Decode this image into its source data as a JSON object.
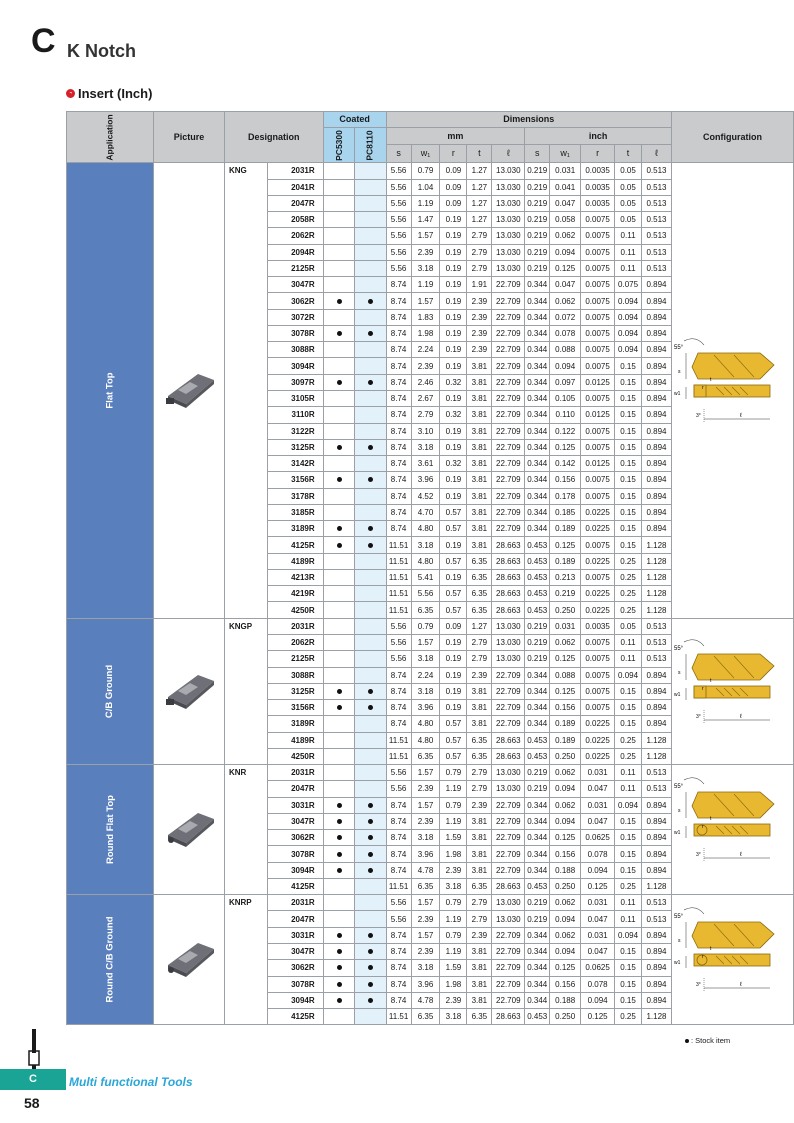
{
  "header": {
    "letter": "C",
    "title": "K Notch"
  },
  "subtitle": "Insert (Inch)",
  "columns": {
    "application": "Application",
    "picture": "Picture",
    "designation": "Designation",
    "coated": "Coated",
    "grades": [
      "PC5300",
      "PC8110"
    ],
    "dimensions": "Dimensions",
    "mm": "mm",
    "inch": "inch",
    "dim_keys": [
      "s",
      "w₁",
      "r",
      "t",
      "ℓ"
    ],
    "configuration": "Configuration"
  },
  "groups": [
    {
      "application": "Flat Top",
      "prefix": "KNG",
      "rows": [
        [
          "2031R",
          "",
          "",
          "5.56",
          "0.79",
          "0.09",
          "1.27",
          "13.030",
          "0.219",
          "0.031",
          "0.0035",
          "0.05",
          "0.513"
        ],
        [
          "2041R",
          "",
          "",
          "5.56",
          "1.04",
          "0.09",
          "1.27",
          "13.030",
          "0.219",
          "0.041",
          "0.0035",
          "0.05",
          "0.513"
        ],
        [
          "2047R",
          "",
          "",
          "5.56",
          "1.19",
          "0.09",
          "1.27",
          "13.030",
          "0.219",
          "0.047",
          "0.0035",
          "0.05",
          "0.513"
        ],
        [
          "2058R",
          "",
          "",
          "5.56",
          "1.47",
          "0.19",
          "1.27",
          "13.030",
          "0.219",
          "0.058",
          "0.0075",
          "0.05",
          "0.513"
        ],
        [
          "2062R",
          "",
          "",
          "5.56",
          "1.57",
          "0.19",
          "2.79",
          "13.030",
          "0.219",
          "0.062",
          "0.0075",
          "0.11",
          "0.513"
        ],
        [
          "2094R",
          "",
          "",
          "5.56",
          "2.39",
          "0.19",
          "2.79",
          "13.030",
          "0.219",
          "0.094",
          "0.0075",
          "0.11",
          "0.513"
        ],
        [
          "2125R",
          "",
          "",
          "5.56",
          "3.18",
          "0.19",
          "2.79",
          "13.030",
          "0.219",
          "0.125",
          "0.0075",
          "0.11",
          "0.513"
        ],
        [
          "3047R",
          "",
          "",
          "8.74",
          "1.19",
          "0.19",
          "1.91",
          "22.709",
          "0.344",
          "0.047",
          "0.0075",
          "0.075",
          "0.894"
        ],
        [
          "3062R",
          "●",
          "●",
          "8.74",
          "1.57",
          "0.19",
          "2.39",
          "22.709",
          "0.344",
          "0.062",
          "0.0075",
          "0.094",
          "0.894"
        ],
        [
          "3072R",
          "",
          "",
          "8.74",
          "1.83",
          "0.19",
          "2.39",
          "22.709",
          "0.344",
          "0.072",
          "0.0075",
          "0.094",
          "0.894"
        ],
        [
          "3078R",
          "●",
          "●",
          "8.74",
          "1.98",
          "0.19",
          "2.39",
          "22.709",
          "0.344",
          "0.078",
          "0.0075",
          "0.094",
          "0.894"
        ],
        [
          "3088R",
          "",
          "",
          "8.74",
          "2.24",
          "0.19",
          "2.39",
          "22.709",
          "0.344",
          "0.088",
          "0.0075",
          "0.094",
          "0.894"
        ],
        [
          "3094R",
          "",
          "",
          "8.74",
          "2.39",
          "0.19",
          "3.81",
          "22.709",
          "0.344",
          "0.094",
          "0.0075",
          "0.15",
          "0.894"
        ],
        [
          "3097R",
          "●",
          "●",
          "8.74",
          "2.46",
          "0.32",
          "3.81",
          "22.709",
          "0.344",
          "0.097",
          "0.0125",
          "0.15",
          "0.894"
        ],
        [
          "3105R",
          "",
          "",
          "8.74",
          "2.67",
          "0.19",
          "3.81",
          "22.709",
          "0.344",
          "0.105",
          "0.0075",
          "0.15",
          "0.894"
        ],
        [
          "3110R",
          "",
          "",
          "8.74",
          "2.79",
          "0.32",
          "3.81",
          "22.709",
          "0.344",
          "0.110",
          "0.0125",
          "0.15",
          "0.894"
        ],
        [
          "3122R",
          "",
          "",
          "8.74",
          "3.10",
          "0.19",
          "3.81",
          "22.709",
          "0.344",
          "0.122",
          "0.0075",
          "0.15",
          "0.894"
        ],
        [
          "3125R",
          "●",
          "●",
          "8.74",
          "3.18",
          "0.19",
          "3.81",
          "22.709",
          "0.344",
          "0.125",
          "0.0075",
          "0.15",
          "0.894"
        ],
        [
          "3142R",
          "",
          "",
          "8.74",
          "3.61",
          "0.32",
          "3.81",
          "22.709",
          "0.344",
          "0.142",
          "0.0125",
          "0.15",
          "0.894"
        ],
        [
          "3156R",
          "●",
          "●",
          "8.74",
          "3.96",
          "0.19",
          "3.81",
          "22.709",
          "0.344",
          "0.156",
          "0.0075",
          "0.15",
          "0.894"
        ],
        [
          "3178R",
          "",
          "",
          "8.74",
          "4.52",
          "0.19",
          "3.81",
          "22.709",
          "0.344",
          "0.178",
          "0.0075",
          "0.15",
          "0.894"
        ],
        [
          "3185R",
          "",
          "",
          "8.74",
          "4.70",
          "0.57",
          "3.81",
          "22.709",
          "0.344",
          "0.185",
          "0.0225",
          "0.15",
          "0.894"
        ],
        [
          "3189R",
          "●",
          "●",
          "8.74",
          "4.80",
          "0.57",
          "3.81",
          "22.709",
          "0.344",
          "0.189",
          "0.0225",
          "0.15",
          "0.894"
        ],
        [
          "4125R",
          "●",
          "●",
          "11.51",
          "3.18",
          "0.19",
          "3.81",
          "28.663",
          "0.453",
          "0.125",
          "0.0075",
          "0.15",
          "1.128"
        ],
        [
          "4189R",
          "",
          "",
          "11.51",
          "4.80",
          "0.57",
          "6.35",
          "28.663",
          "0.453",
          "0.189",
          "0.0225",
          "0.25",
          "1.128"
        ],
        [
          "4213R",
          "",
          "",
          "11.51",
          "5.41",
          "0.19",
          "6.35",
          "28.663",
          "0.453",
          "0.213",
          "0.0075",
          "0.25",
          "1.128"
        ],
        [
          "4219R",
          "",
          "",
          "11.51",
          "5.56",
          "0.57",
          "6.35",
          "28.663",
          "0.453",
          "0.219",
          "0.0225",
          "0.25",
          "1.128"
        ],
        [
          "4250R",
          "",
          "",
          "11.51",
          "6.35",
          "0.57",
          "6.35",
          "28.663",
          "0.453",
          "0.250",
          "0.0225",
          "0.25",
          "1.128"
        ]
      ]
    },
    {
      "application": "C/B Ground",
      "prefix": "KNGP",
      "rows": [
        [
          "2031R",
          "",
          "",
          "5.56",
          "0.79",
          "0.09",
          "1.27",
          "13.030",
          "0.219",
          "0.031",
          "0.0035",
          "0.05",
          "0.513"
        ],
        [
          "2062R",
          "",
          "",
          "5.56",
          "1.57",
          "0.19",
          "2.79",
          "13.030",
          "0.219",
          "0.062",
          "0.0075",
          "0.11",
          "0.513"
        ],
        [
          "2125R",
          "",
          "",
          "5.56",
          "3.18",
          "0.19",
          "2.79",
          "13.030",
          "0.219",
          "0.125",
          "0.0075",
          "0.11",
          "0.513"
        ],
        [
          "3088R",
          "",
          "",
          "8.74",
          "2.24",
          "0.19",
          "2.39",
          "22.709",
          "0.344",
          "0.088",
          "0.0075",
          "0.094",
          "0.894"
        ],
        [
          "3125R",
          "●",
          "●",
          "8.74",
          "3.18",
          "0.19",
          "3.81",
          "22.709",
          "0.344",
          "0.125",
          "0.0075",
          "0.15",
          "0.894"
        ],
        [
          "3156R",
          "●",
          "●",
          "8.74",
          "3.96",
          "0.19",
          "3.81",
          "22.709",
          "0.344",
          "0.156",
          "0.0075",
          "0.15",
          "0.894"
        ],
        [
          "3189R",
          "",
          "",
          "8.74",
          "4.80",
          "0.57",
          "3.81",
          "22.709",
          "0.344",
          "0.189",
          "0.0225",
          "0.15",
          "0.894"
        ],
        [
          "4189R",
          "",
          "",
          "11.51",
          "4.80",
          "0.57",
          "6.35",
          "28.663",
          "0.453",
          "0.189",
          "0.0225",
          "0.25",
          "1.128"
        ],
        [
          "4250R",
          "",
          "",
          "11.51",
          "6.35",
          "0.57",
          "6.35",
          "28.663",
          "0.453",
          "0.250",
          "0.0225",
          "0.25",
          "1.128"
        ]
      ]
    },
    {
      "application": "Round Flat Top",
      "prefix": "KNR",
      "rows": [
        [
          "2031R",
          "",
          "",
          "5.56",
          "1.57",
          "0.79",
          "2.79",
          "13.030",
          "0.219",
          "0.062",
          "0.031",
          "0.11",
          "0.513"
        ],
        [
          "2047R",
          "",
          "",
          "5.56",
          "2.39",
          "1.19",
          "2.79",
          "13.030",
          "0.219",
          "0.094",
          "0.047",
          "0.11",
          "0.513"
        ],
        [
          "3031R",
          "●",
          "●",
          "8.74",
          "1.57",
          "0.79",
          "2.39",
          "22.709",
          "0.344",
          "0.062",
          "0.031",
          "0.094",
          "0.894"
        ],
        [
          "3047R",
          "●",
          "●",
          "8.74",
          "2.39",
          "1.19",
          "3.81",
          "22.709",
          "0.344",
          "0.094",
          "0.047",
          "0.15",
          "0.894"
        ],
        [
          "3062R",
          "●",
          "●",
          "8.74",
          "3.18",
          "1.59",
          "3.81",
          "22.709",
          "0.344",
          "0.125",
          "0.0625",
          "0.15",
          "0.894"
        ],
        [
          "3078R",
          "●",
          "●",
          "8.74",
          "3.96",
          "1.98",
          "3.81",
          "22.709",
          "0.344",
          "0.156",
          "0.078",
          "0.15",
          "0.894"
        ],
        [
          "3094R",
          "●",
          "●",
          "8.74",
          "4.78",
          "2.39",
          "3.81",
          "22.709",
          "0.344",
          "0.188",
          "0.094",
          "0.15",
          "0.894"
        ],
        [
          "4125R",
          "",
          "",
          "11.51",
          "6.35",
          "3.18",
          "6.35",
          "28.663",
          "0.453",
          "0.250",
          "0.125",
          "0.25",
          "1.128"
        ]
      ]
    },
    {
      "application": "Round C/B Ground",
      "prefix": "KNRP",
      "rows": [
        [
          "2031R",
          "",
          "",
          "5.56",
          "1.57",
          "0.79",
          "2.79",
          "13.030",
          "0.219",
          "0.062",
          "0.031",
          "0.11",
          "0.513"
        ],
        [
          "2047R",
          "",
          "",
          "5.56",
          "2.39",
          "1.19",
          "2.79",
          "13.030",
          "0.219",
          "0.094",
          "0.047",
          "0.11",
          "0.513"
        ],
        [
          "3031R",
          "●",
          "●",
          "8.74",
          "1.57",
          "0.79",
          "2.39",
          "22.709",
          "0.344",
          "0.062",
          "0.031",
          "0.094",
          "0.894"
        ],
        [
          "3047R",
          "●",
          "●",
          "8.74",
          "2.39",
          "1.19",
          "3.81",
          "22.709",
          "0.344",
          "0.094",
          "0.047",
          "0.15",
          "0.894"
        ],
        [
          "3062R",
          "●",
          "●",
          "8.74",
          "3.18",
          "1.59",
          "3.81",
          "22.709",
          "0.344",
          "0.125",
          "0.0625",
          "0.15",
          "0.894"
        ],
        [
          "3078R",
          "●",
          "●",
          "8.74",
          "3.96",
          "1.98",
          "3.81",
          "22.709",
          "0.344",
          "0.156",
          "0.078",
          "0.15",
          "0.894"
        ],
        [
          "3094R",
          "●",
          "●",
          "8.74",
          "4.78",
          "2.39",
          "3.81",
          "22.709",
          "0.344",
          "0.188",
          "0.094",
          "0.15",
          "0.894"
        ],
        [
          "4125R",
          "",
          "",
          "11.51",
          "6.35",
          "3.18",
          "6.35",
          "28.663",
          "0.453",
          "0.250",
          "0.125",
          "0.25",
          "1.128"
        ]
      ]
    }
  ],
  "config_labels": {
    "angle": "55°",
    "s": "s",
    "t": "t",
    "r": "r",
    "w1": "w1",
    "l": "ℓ",
    "angle2": "3°"
  },
  "legend": {
    "symbol": "●",
    "text": ": Stock item"
  },
  "footer": {
    "tab": "C",
    "label": "Multi functional Tools",
    "page": "58"
  },
  "colors": {
    "application_bg": "#5a7fbd",
    "coated_bg": "#a8d4ee",
    "insert_gold": "#e8b830",
    "footer_tab": "#1aa495",
    "footer_text": "#2aa6d8"
  }
}
